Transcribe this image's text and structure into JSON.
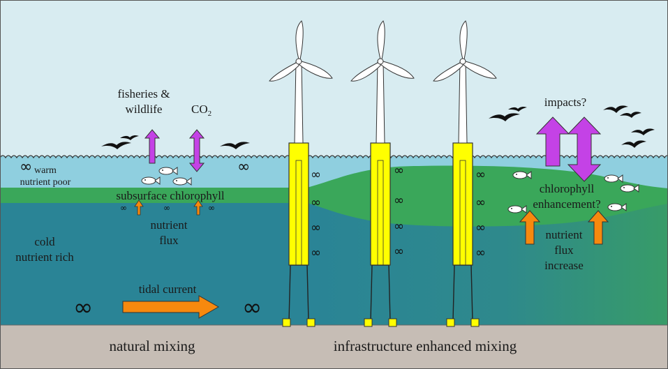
{
  "labels": {
    "fisheries_line1": "fisheries &",
    "fisheries_line2": "wildlife",
    "co2_main": "CO",
    "co2_sub": "2",
    "warm_line1": "warm",
    "warm_line2": "nutrient poor",
    "subsurface": "subsurface chlorophyll",
    "nutrient_flux_line1": "nutrient",
    "nutrient_flux_line2": "flux",
    "cold_line1": "cold",
    "cold_line2": "nutrient rich",
    "tidal_current": "tidal current",
    "impacts": "impacts?",
    "chl_enh_line1": "chlorophyll",
    "chl_enh_line2": "enhancement?",
    "flux_inc_line1": "nutrient",
    "flux_inc_line2": "flux",
    "flux_inc_line3": "increase",
    "natural_mixing": "natural mixing",
    "infra_mixing": "infrastructure enhanced mixing",
    "infinity": "∞"
  },
  "colors": {
    "sky": "#d8ecf1",
    "surface_water": "#8fcfdf",
    "chlorophyll": "#3aa75a",
    "deep_water": "#2a8496",
    "seabed": "#c6bdb5",
    "tower": "#ffff00",
    "up_down_arrow": "#c442e6",
    "flux_arrow": "#f7890e",
    "turbine_blade": "#ffffff"
  }
}
